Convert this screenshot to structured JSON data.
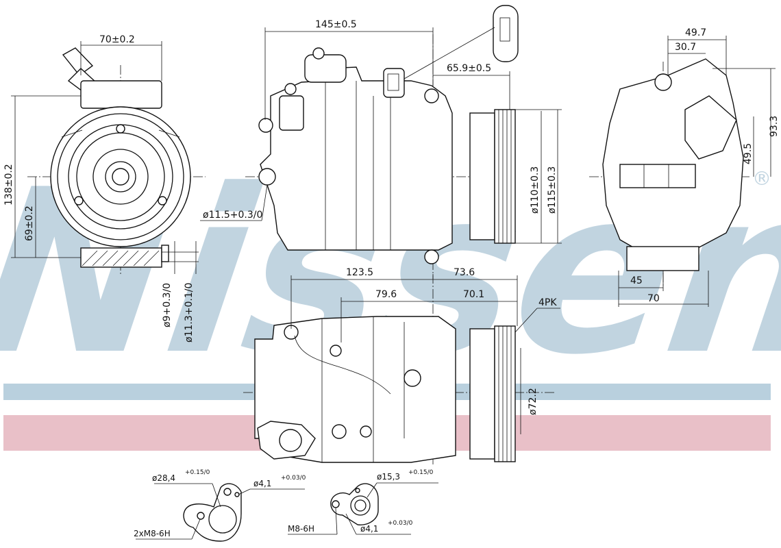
{
  "watermark": {
    "brand": "Nissens",
    "registered": "®",
    "color_blue": "#a9c4d6",
    "color_red": "#e5b3bd"
  },
  "dimensions": {
    "front_width": "70±0.2",
    "front_height": "138±0.2",
    "front_mount": "69±0.2",
    "bore_9": "ø9+0.3/0",
    "bore_11_3": "ø11.3+0.1/0",
    "overall_length": "145±0.5",
    "pulley_offset": "65.9±0.5",
    "mount_hole": "ø11.5+0.3/0",
    "pulley_110": "ø110±0.3",
    "pulley_115": "ø115±0.3",
    "side_49_7": "49.7",
    "side_30_7": "30.7",
    "side_93_3": "93.3",
    "side_49_5": "49.5",
    "side_45": "45",
    "side_70": "70",
    "bottom_123_5": "123.5",
    "bottom_73_6": "73.6",
    "bottom_79_6": "79.6",
    "bottom_70_1": "70.1",
    "belt": "4PK",
    "pulley_72_2": "ø72.2"
  },
  "labels": {
    "port1_bore": "ø28,4",
    "port1_bore_tol": "+0.15/0",
    "port1_pin": "ø4,1",
    "port1_pin_tol": "+0.03/0",
    "port1_thread": "2xM8-6H",
    "port2_bore": "ø15,3",
    "port2_bore_tol": "+0.15/0",
    "port2_pin": "ø4,1",
    "port2_pin_tol": "+0.03/0",
    "port2_thread": "M8-6H"
  }
}
